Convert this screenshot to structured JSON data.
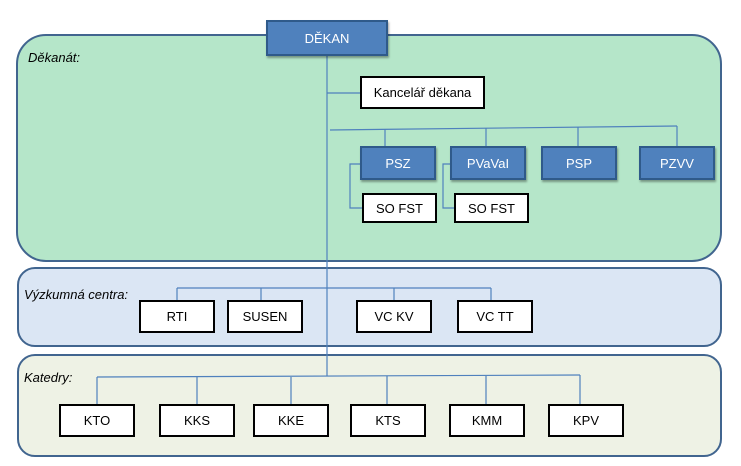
{
  "colors": {
    "dekanat_fill": "#b5e6c9",
    "vyzkum_fill": "#dbe6f4",
    "katedry_fill": "#eef2e5",
    "panel_border": "#41658f",
    "blue_box": "#4f81bd",
    "connector": "#4f81bd"
  },
  "top": {
    "dekan": "DĚKAN"
  },
  "dekanat": {
    "label": "Děkanát:",
    "kancelar": "Kancelář děkana",
    "units": [
      {
        "id": "psz",
        "label": "PSZ"
      },
      {
        "id": "pvaval",
        "label": "PVaVaI"
      },
      {
        "id": "psp",
        "label": "PSP"
      },
      {
        "id": "pzvv",
        "label": "PZVV"
      }
    ],
    "sub_psz": "SO FST",
    "sub_pvaval": "SO FST"
  },
  "vyzkum": {
    "label": "Výzkumná centra:",
    "items": [
      "RTI",
      "SUSEN",
      "VC KV",
      "VC TT"
    ]
  },
  "katedry": {
    "label": "Katedry:",
    "items": [
      "KTO",
      "KKS",
      "KKE",
      "KTS",
      "KMM",
      "KPV"
    ]
  }
}
